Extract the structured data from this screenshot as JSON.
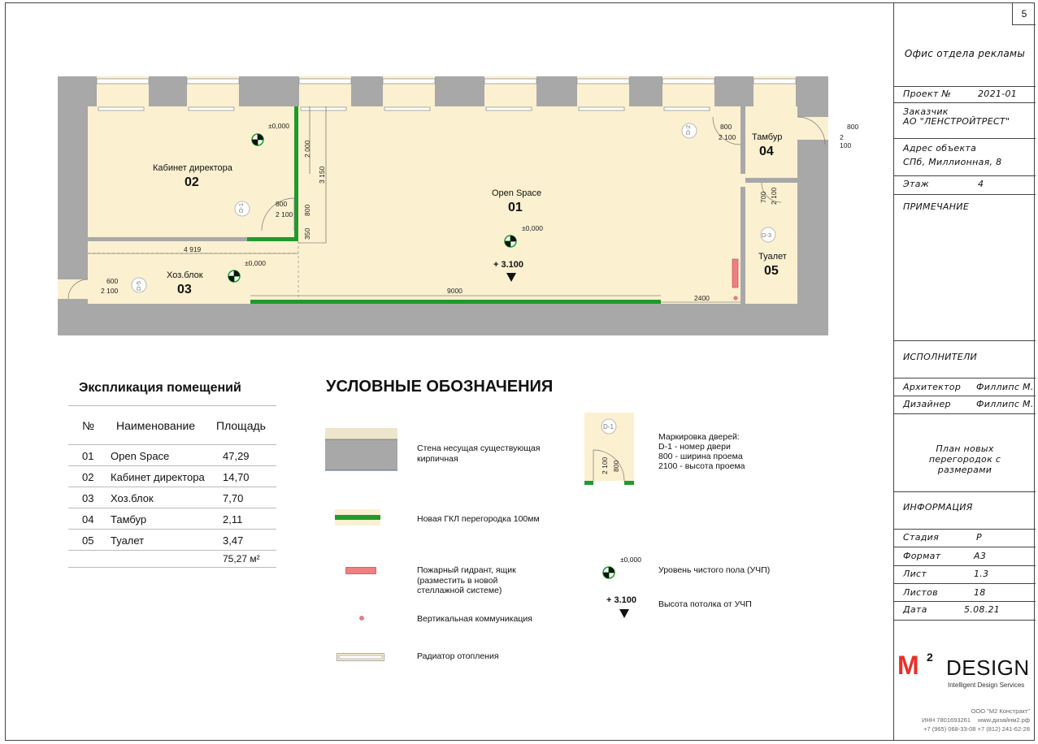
{
  "sheet_number": "5",
  "title_block": {
    "project_name": "Офис отдела рекламы",
    "project_no_label": "Проект №",
    "project_no": "2021-01",
    "client_label": "Заказчик",
    "client": "АО \"ЛЕНСТРОЙТРЕСТ\"",
    "address_label": "Адрес объекта",
    "address": "СПб, Миллионная, 8",
    "floor_label": "Этаж",
    "floor": "4",
    "note_label": "ПРИМЕЧАНИЕ",
    "executors_label": "ИСПОЛНИТЕЛИ",
    "architect_label": "Архитектор",
    "architect": "Филлипс М.",
    "designer_label": "Дизайнер",
    "designer": "Филлипс М.",
    "drawing_title": "План новых перегородок с размерами",
    "info_label": "ИНФОРМАЦИЯ",
    "stage_label": "Стадия",
    "stage": "Р",
    "format_label": "Формат",
    "format": "А3",
    "sheet_label": "Лист",
    "sheet": "1.3",
    "sheets_label": "Листов",
    "sheets": "18",
    "date_label": "Дата",
    "date": "5.08.21",
    "logo_m": "M",
    "logo_sup": "2",
    "logo_design": "DESIGN",
    "logo_tagline": "Intelligent Design Services",
    "company": "ООО \"М2 Констракт\"",
    "inn": "ИНН 7801693261",
    "site": "www.дизайнм2.рф",
    "phones": "+7 (965) 068-33-08  +7 (812) 241-62-28"
  },
  "plan": {
    "rooms": [
      {
        "name": "Open Space",
        "num": "01"
      },
      {
        "name": "Кабинет директора",
        "num": "02"
      },
      {
        "name": "Хоз.блок",
        "num": "03"
      },
      {
        "name": "Тамбур",
        "num": "04"
      },
      {
        "name": "Туалет",
        "num": "05"
      }
    ],
    "level": "±0,000",
    "ceiling": "+ 3.100",
    "doors": {
      "d1": "D-1",
      "d2": "D-2",
      "d3": "D-3",
      "d5": "D-5"
    },
    "dims": {
      "d800": "800",
      "d2100": "2 100",
      "d600": "600",
      "d700": "700",
      "d2000": "2 000",
      "d3150": "3 150",
      "d350": "350",
      "d4919": "4 919",
      "d9000": "9000",
      "d2400": "2400"
    }
  },
  "explication": {
    "title": "Экспликация помещений",
    "col_no": "№",
    "col_name": "Наименование",
    "col_area": "Площадь",
    "rows": [
      {
        "no": "01",
        "name": "Open Space",
        "area": "47,29"
      },
      {
        "no": "02",
        "name": "Кабинет директора",
        "area": "14,70"
      },
      {
        "no": "03",
        "name": "Хоз.блок",
        "area": "7,70"
      },
      {
        "no": "04",
        "name": "Тамбур",
        "area": "2,11"
      },
      {
        "no": "05",
        "name": "Туалет",
        "area": "3,47"
      }
    ],
    "total": "75,27 м²"
  },
  "legend": {
    "title": "УСЛОВНЫЕ ОБОЗНАЧЕНИЯ",
    "wall": "Стена несущая существующая кирпичная",
    "gkl": "Новая ГКЛ перегородка 100мм",
    "hydrant": "Пожарный гидрант, ящик (разместить в новой стеллажной системе)",
    "vertical": "Вертикальная коммуникация",
    "radiator": "Радиатор отопления",
    "door_mark_title": "Маркировка дверей:",
    "door_mark_1": "D-1 - номер двери",
    "door_mark_2": "800 - ширина проема",
    "door_mark_3": "2100 - высота проема",
    "floor_level": "Уровень чистого пола (УЧП)",
    "ceiling_height": "Высота потолка от УЧП",
    "sample_door": "D-1",
    "sample_800": "800",
    "sample_2100": "2 100",
    "sample_level": "±0,000",
    "sample_ceiling": "+ 3.100"
  },
  "colors": {
    "floor": "#fbf0d0",
    "wall": "#a8a8a8",
    "gkl": "#1f9a2c",
    "hydrant": "#f08080",
    "logo_red": "#e8302a"
  }
}
